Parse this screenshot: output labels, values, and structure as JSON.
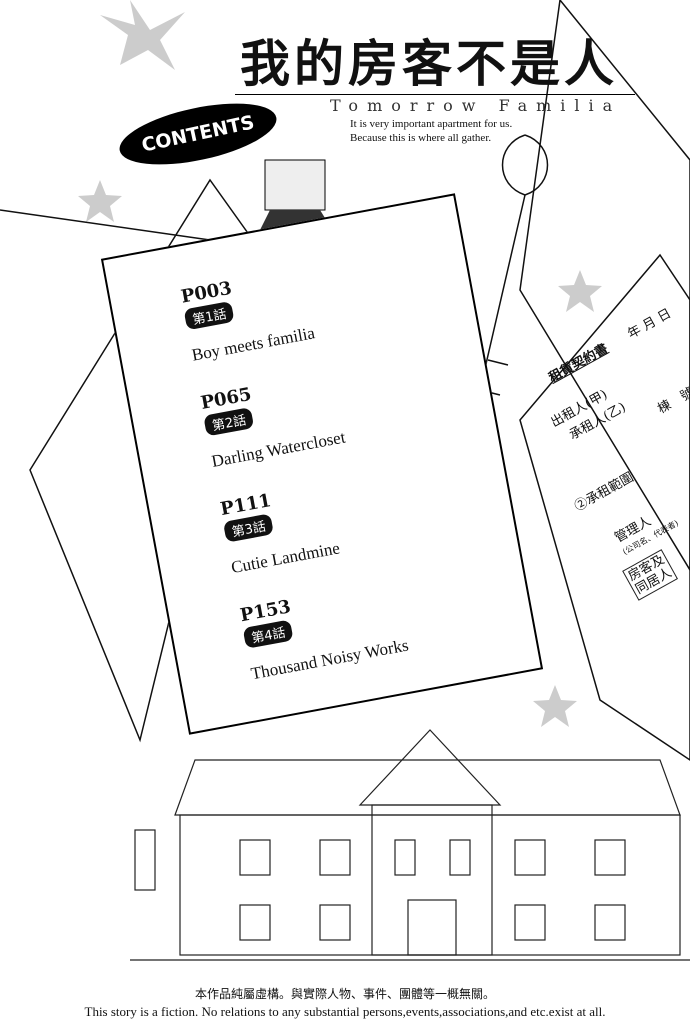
{
  "title": {
    "zh": "我的房客不是人",
    "en": "Tomorrow Familia",
    "tagline1": "It is very important apartment for us.",
    "tagline2": "Because this is where all gather."
  },
  "contents_label": "CONTENTS",
  "entries": [
    {
      "page": "P003",
      "episode": "第1話",
      "title": "Boy meets familia"
    },
    {
      "page": "P065",
      "episode": "第2話",
      "title": "Darling Watercloset"
    },
    {
      "page": "P111",
      "episode": "第3話",
      "title": "Cutie Landmine"
    },
    {
      "page": "P153",
      "episode": "第4話",
      "title": "Thousand Noisy Works"
    }
  ],
  "contract": {
    "heading": "租賃契約書",
    "date": "年 月 日",
    "lessor": "出租人(甲)",
    "lessee": "承租人(乙)",
    "building": "棟　號室",
    "scope": "②承租範圍",
    "manager": "管理人",
    "manager_note": "(公司名、代表者)",
    "resident": "房客及同居人"
  },
  "disclaimer": {
    "zh": "本作品純屬虛構。與實際人物、事件、團體等一概無關。",
    "en": "This story is a fiction. No relations to any substantial persons,events,associations,and etc.exist at all."
  }
}
